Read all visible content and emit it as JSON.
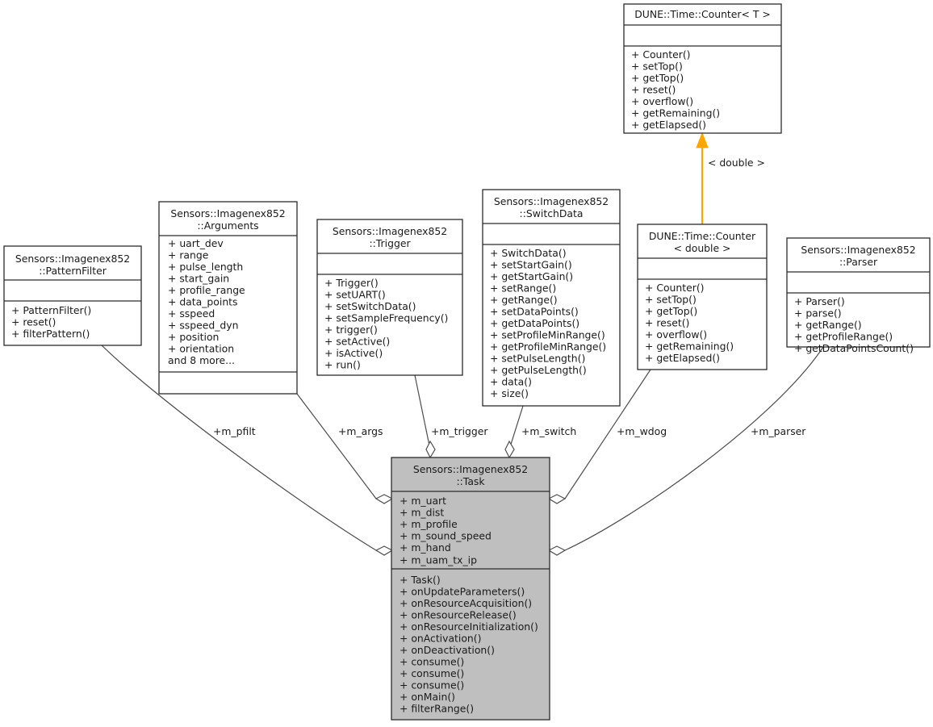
{
  "diagram": {
    "kind": "uml-class-collaboration-diagram",
    "background_color": "#ffffff",
    "highlight_color": "#bfbfbf",
    "edge_color": "#4d4d4d",
    "template_edge_color": "#ffa500"
  },
  "classes": {
    "counter_template": {
      "title_line1": "DUNE::Time::Counter< T >",
      "title_line2": "",
      "attributes": [],
      "methods": [
        "+ Counter()",
        "+ setTop()",
        "+ getTop()",
        "+ reset()",
        "+ overflow()",
        "+ getRemaining()",
        "+ getElapsed()"
      ]
    },
    "counter_double": {
      "title_line1": "DUNE::Time::Counter",
      "title_line2": "< double >",
      "attributes": [],
      "methods": [
        "+ Counter()",
        "+ setTop()",
        "+ getTop()",
        "+ reset()",
        "+ overflow()",
        "+ getRemaining()",
        "+ getElapsed()"
      ]
    },
    "pattern_filter": {
      "title_line1": "Sensors::Imagenex852",
      "title_line2": "::PatternFilter",
      "attributes": [],
      "methods": [
        "+ PatternFilter()",
        "+ reset()",
        "+ filterPattern()"
      ]
    },
    "arguments": {
      "title_line1": "Sensors::Imagenex852",
      "title_line2": "::Arguments",
      "attributes": [
        "+ uart_dev",
        "+ range",
        "+ pulse_length",
        "+ start_gain",
        "+ profile_range",
        "+ data_points",
        "+ sspeed",
        "+ sspeed_dyn",
        "+ position",
        "+ orientation",
        "and 8 more..."
      ],
      "methods": []
    },
    "trigger": {
      "title_line1": "Sensors::Imagenex852",
      "title_line2": "::Trigger",
      "attributes": [],
      "methods": [
        "+ Trigger()",
        "+ setUART()",
        "+ setSwitchData()",
        "+ setSampleFrequency()",
        "+ trigger()",
        "+ setActive()",
        "+ isActive()",
        "+ run()"
      ]
    },
    "switch_data": {
      "title_line1": "Sensors::Imagenex852",
      "title_line2": "::SwitchData",
      "attributes": [],
      "methods": [
        "+ SwitchData()",
        "+ setStartGain()",
        "+ getStartGain()",
        "+ setRange()",
        "+ getRange()",
        "+ setDataPoints()",
        "+ getDataPoints()",
        "+ setProfileMinRange()",
        "+ getProfileMinRange()",
        "+ setPulseLength()",
        "+ getPulseLength()",
        "+ data()",
        "+ size()"
      ]
    },
    "parser": {
      "title_line1": "Sensors::Imagenex852",
      "title_line2": "::Parser",
      "attributes": [],
      "methods": [
        "+ Parser()",
        "+ parse()",
        "+ getRange()",
        "+ getProfileRange()",
        "+ getDataPointsCount()"
      ]
    },
    "task": {
      "title_line1": "Sensors::Imagenex852",
      "title_line2": "::Task",
      "attributes": [
        "+ m_uart",
        "+ m_dist",
        "+ m_profile",
        "+ m_sound_speed",
        "+ m_hand",
        "+ m_uam_tx_ip"
      ],
      "methods": [
        "+ Task()",
        "+ onUpdateParameters()",
        "+ onResourceAcquisition()",
        "+ onResourceRelease()",
        "+ onResourceInitialization()",
        "+ onActivation()",
        "+ onDeactivation()",
        "+ consume()",
        "+ consume()",
        "+ consume()",
        "+ onMain()",
        "+ filterRange()"
      ]
    }
  },
  "edge_labels": {
    "m_pfilt": "+m_pfilt",
    "m_args": "+m_args",
    "m_trigger": "+m_trigger",
    "m_switch": "+m_switch",
    "m_wdog": "+m_wdog",
    "m_parser": "+m_parser",
    "template_binding": "< double >"
  }
}
